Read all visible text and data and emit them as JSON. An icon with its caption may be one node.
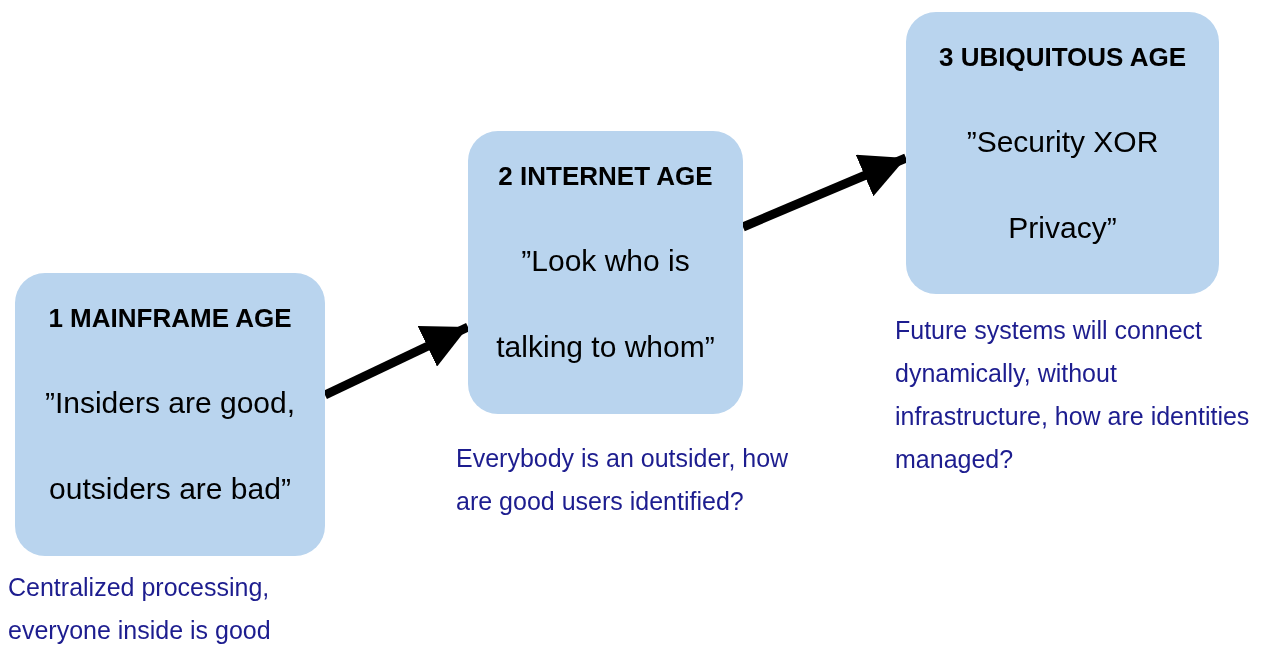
{
  "diagram": {
    "nodes": [
      {
        "text": [
          "1 MAINFRAME AGE",
          "”Insiders are good, outsiders are bad”"
        ],
        "beside": [
          "Centralized processing, everyone inside is good"
        ]
      },
      {
        "text": [
          "2 INTERNET AGE",
          "”Look who is talking to whom”"
        ],
        "beside": [
          "Everybody is an outsider, how are good users identified?"
        ]
      },
      {
        "text": [
          "3 UBIQUITOUS AGE",
          "”Security XOR Privacy”"
        ],
        "beside": [
          "Future systems will connect dynamically, without infrastructure, how are identities managed?"
        ]
      }
    ],
    "edges": [
      {
        "from": 0,
        "to": 1,
        "arrow": "to"
      },
      {
        "from": 1,
        "to": 2,
        "arrow": "to"
      }
    ]
  }
}
